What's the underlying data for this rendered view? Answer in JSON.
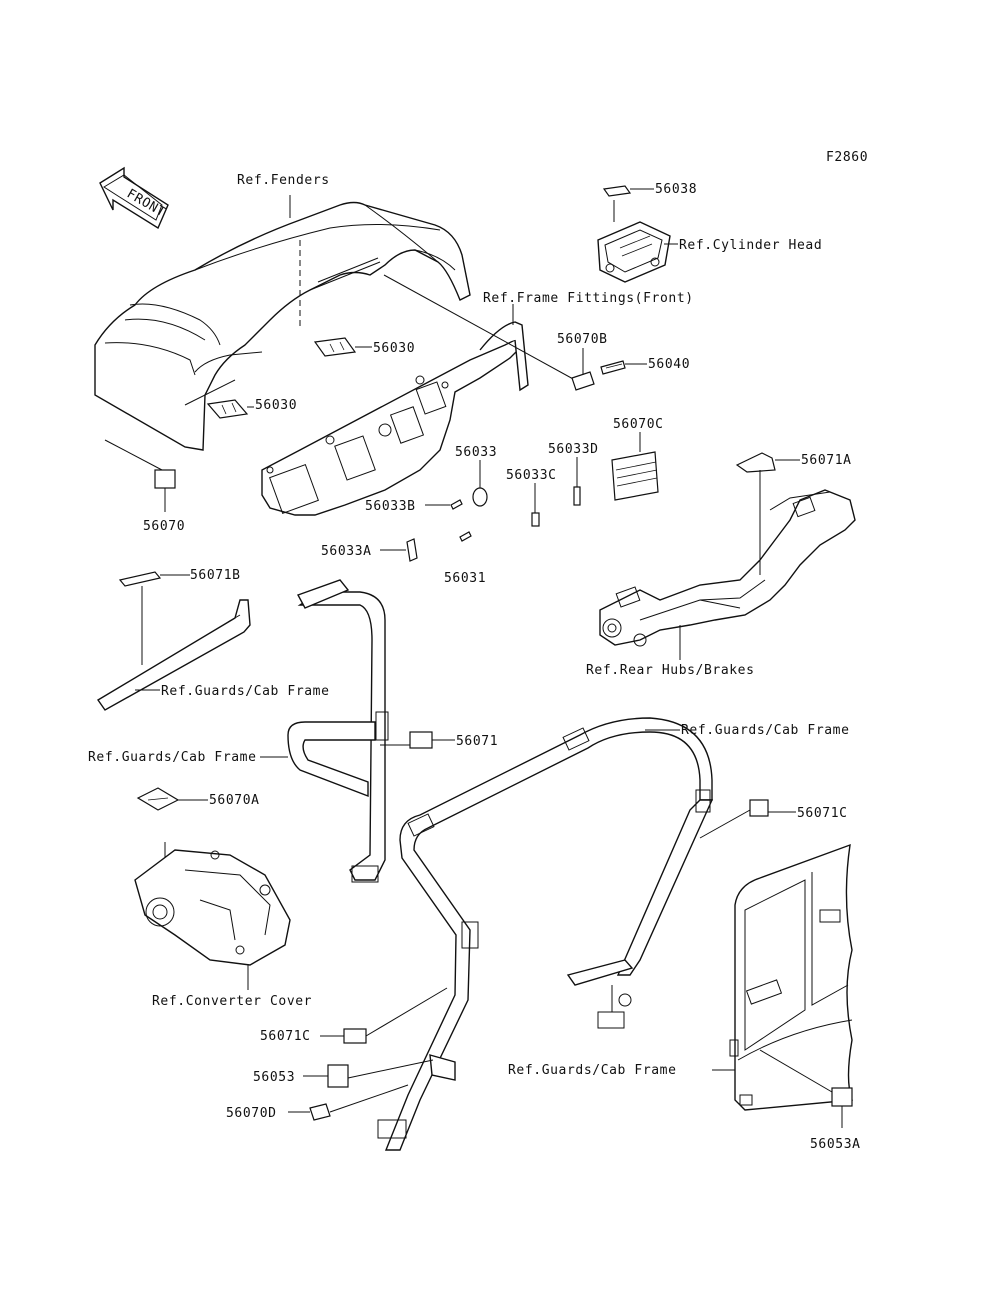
{
  "figure_code": "F2860",
  "front_arrow": {
    "text": "FRONT"
  },
  "labels": {
    "ref_fenders": "Ref.Fenders",
    "ref_cylinder_head": "Ref.Cylinder Head",
    "ref_frame_fittings_front": "Ref.Frame Fittings(Front)",
    "ref_rear_hubs_brakes": "Ref.Rear Hubs/Brakes",
    "ref_guards_cab_frame_1": "Ref.Guards/Cab Frame",
    "ref_guards_cab_frame_2": "Ref.Guards/Cab Frame",
    "ref_guards_cab_frame_3": "Ref.Guards/Cab Frame",
    "ref_guards_cab_frame_4": "Ref.Guards/Cab Frame",
    "ref_converter_cover": "Ref.Converter Cover"
  },
  "parts": {
    "p56038": "56038",
    "p56030_a": "56030",
    "p56030_b": "56030",
    "p56070": "56070",
    "p56070B": "56070B",
    "p56040": "56040",
    "p56070C": "56070C",
    "p56033": "56033",
    "p56033D": "56033D",
    "p56033C": "56033C",
    "p56033B": "56033B",
    "p56033A": "56033A",
    "p56031": "56031",
    "p56071A": "56071A",
    "p56071B": "56071B",
    "p56071": "56071",
    "p56070A": "56070A",
    "p56071C_a": "56071C",
    "p56071C_b": "56071C",
    "p56053": "56053",
    "p56070D": "56070D",
    "p56053A": "56053A"
  }
}
